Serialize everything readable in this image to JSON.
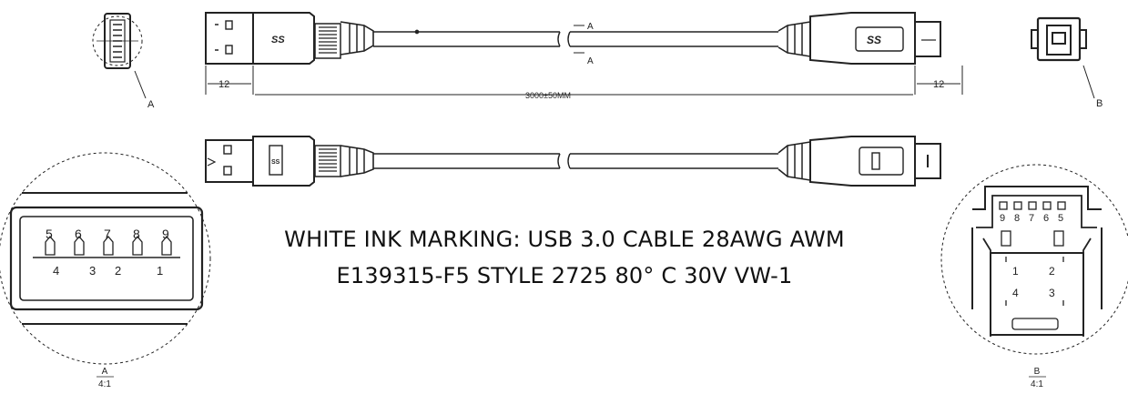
{
  "marking": {
    "line1": "WHITE INK MARKING: USB 3.0 CABLE 28AWG AWM",
    "line2": "E139315-F5 STYLE 2725 80° C 30V VW-1"
  },
  "dimensions": {
    "length": "3000±50MM",
    "left_end": "12",
    "right_end": "12"
  },
  "section": {
    "label": "A"
  },
  "detail_a": {
    "callout": "A",
    "label": "A",
    "scale": "4:1",
    "pins_top": [
      "5",
      "6",
      "7",
      "8",
      "9"
    ],
    "pins_bottom": [
      "4",
      "3",
      "2",
      "1"
    ]
  },
  "detail_b": {
    "callout": "B",
    "label": "B",
    "scale": "4:1",
    "pins_top": [
      "9",
      "8",
      "7",
      "6",
      "5"
    ],
    "pins_mid": [
      "1",
      "2"
    ],
    "pins_low": [
      "4",
      "3"
    ]
  },
  "logos": {
    "ss_logo": "SS",
    "ss_logo_b": "SS",
    "ss_small": "SS"
  }
}
